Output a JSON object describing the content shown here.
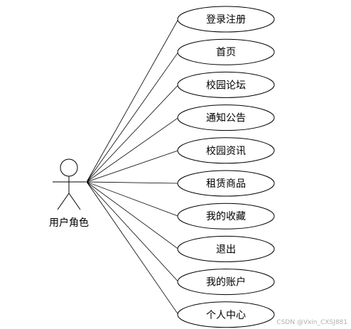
{
  "actor": {
    "label": "用户角色"
  },
  "use_cases": [
    {
      "label": "登录注册"
    },
    {
      "label": "首页"
    },
    {
      "label": "校园论坛"
    },
    {
      "label": "通知公告"
    },
    {
      "label": "校园资讯"
    },
    {
      "label": "租赁商品"
    },
    {
      "label": "我的收藏"
    },
    {
      "label": "退出"
    },
    {
      "label": "我的账户"
    },
    {
      "label": "个人中心"
    }
  ],
  "watermark": "CSDN @Vxin_CXSJ881"
}
